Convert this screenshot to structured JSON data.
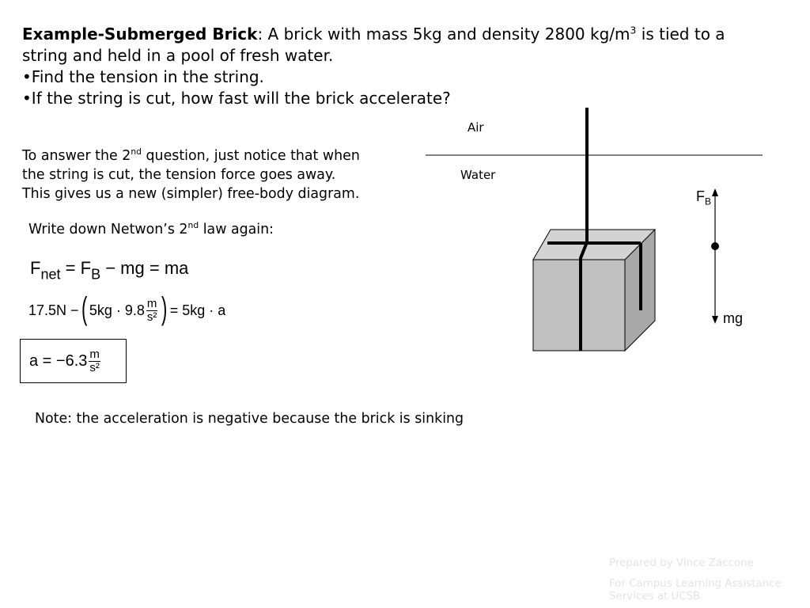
{
  "heading": {
    "bold": "Example-Submerged Brick",
    "after_bold": ":  A brick with mass 5kg and density 2800 kg/m",
    "sup": "3",
    "tail": " is tied to a string and held in a pool of fresh water.",
    "bullets": [
      "•Find the tension in the string.",
      "•If the string is cut, how fast will the brick accelerate?"
    ]
  },
  "explanation": {
    "line1_pre": "To answer the 2",
    "line1_sup": "nd",
    "line1_post": " question, just notice that when",
    "line2": "the string is cut, the tension force goes away.",
    "line3": "This gives us a new (simpler) free-body diagram."
  },
  "law": {
    "pre": "Write down Netwon’s 2",
    "sup": "nd",
    "post": " law again:"
  },
  "equation1": {
    "lhs": "F",
    "lhs_sub": "net",
    "eq1": " = ",
    "fb": "F",
    "fb_sub": "B",
    "minus": " − ",
    "mg": "mg",
    "eq2": " = ",
    "ma": "ma"
  },
  "equation2": {
    "start": "17.5N −",
    "open": "(",
    "mid": "5kg · 9.8",
    "unit_num": "m",
    "unit_den": "s²",
    "close": ")",
    "end": " = 5kg · a"
  },
  "result": {
    "lhs": "a = −6.3",
    "unit_num": "m",
    "unit_den": "s²"
  },
  "note": "Note:  the acceleration is negative because the brick is sinking",
  "diagram": {
    "air_label": "Air",
    "water_label": "Water",
    "fb_label": "F",
    "fb_sub": "B",
    "mg_label": "mg"
  },
  "footer": {
    "line1": "Prepared by Vince Zaccone",
    "line2": "For Campus Learning Assistance",
    "line3": "Services at UCSB"
  },
  "colors": {
    "text": "#000000",
    "brick_front": "#c0c0c0",
    "brick_top": "#d3d3d3",
    "brick_side": "#a8a8a8",
    "footer": "#e4e4e4"
  }
}
